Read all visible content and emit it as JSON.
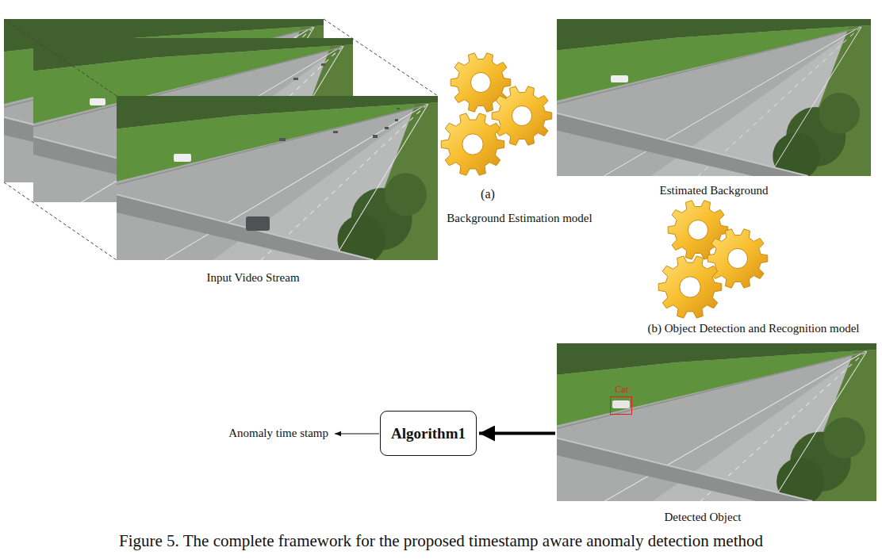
{
  "diagram": {
    "caption": "Figure 5. The complete framework for the proposed timestamp aware anomaly detection method",
    "nodes": [
      {
        "text": [
          "Input Video Stream"
        ]
      },
      {
        "text": [
          "(a)",
          "Background Estimation model"
        ]
      },
      {
        "text": [
          "Estimated Background"
        ]
      },
      {
        "text": [
          "(b) Object Detection and Recognition model"
        ]
      },
      {
        "text": [
          "Algorithm1"
        ]
      },
      {
        "text": [
          "Detected Object"
        ]
      },
      {
        "text": [
          "Car"
        ],
        "in": 5
      }
    ],
    "edges": [
      {
        "from": 5,
        "to": 4,
        "arrow": "to"
      }
    ],
    "labels": [
      "Anomaly time stamp"
    ]
  }
}
